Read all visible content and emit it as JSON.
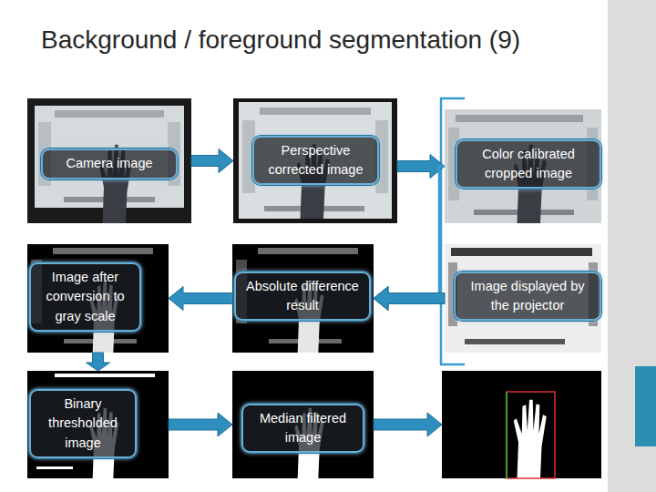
{
  "diagram": {
    "title": "Background / foreground segmentation (9)",
    "nodes": [
      {
        "text": [
          "Camera image"
        ]
      },
      {
        "text": [
          "Perspective corrected image"
        ]
      },
      {
        "text": [
          "Color calibrated cropped image"
        ]
      },
      {
        "text": [
          "Image after conversion to gray scale"
        ]
      },
      {
        "text": [
          "Absolute difference result"
        ]
      },
      {
        "text": [
          "Image displayed by the projector"
        ]
      },
      {
        "text": [
          "Binary thresholded image"
        ]
      },
      {
        "text": [
          "Median filtered image"
        ]
      }
    ],
    "edges": [
      {
        "from": 0,
        "to": 1,
        "arrow": "to"
      },
      {
        "from": 1,
        "to": 2,
        "arrow": "to"
      },
      {
        "from": 2,
        "to": 4,
        "arrow": "to"
      },
      {
        "from": 5,
        "to": 4,
        "arrow": "to"
      },
      {
        "from": 4,
        "to": 3,
        "arrow": "to"
      },
      {
        "from": 3,
        "to": 6,
        "arrow": "to"
      },
      {
        "from": 6,
        "to": 7,
        "arrow": "to"
      }
    ]
  }
}
